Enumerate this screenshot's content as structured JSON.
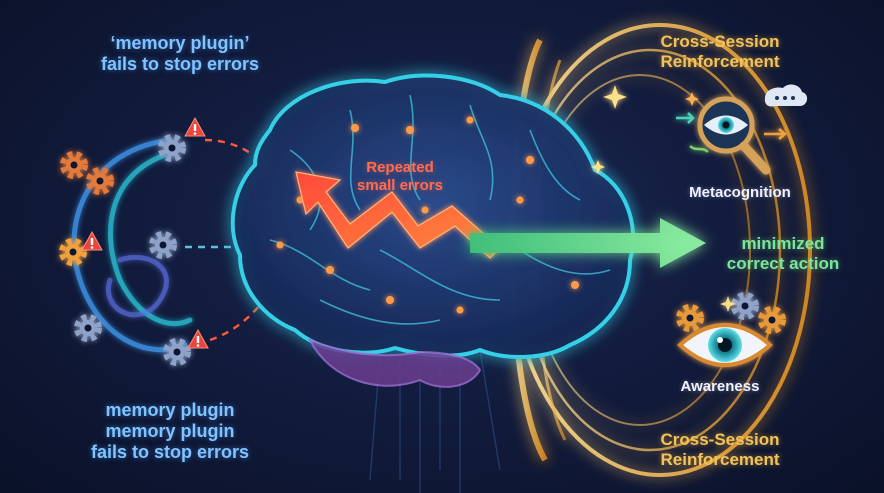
{
  "left": {
    "top_label_line1": "‘memory plugin’",
    "top_label_line2": "fails to stop errors",
    "bottom_label_line1": "memory plugin",
    "bottom_label_line2": "memory plugin",
    "bottom_label_line3": "fails to stop errors"
  },
  "center": {
    "errors_line1": "Repeated",
    "errors_line2": "small errors"
  },
  "right": {
    "top_title_line1": "Cross-Session",
    "top_title_line2": "Reinforcement",
    "metacognition_label": "Metacognition",
    "action_line1": "minimized",
    "action_line2": "correct action",
    "awareness_label": "Awareness",
    "bottom_title_line1": "Cross-Session",
    "bottom_title_line2": "Reinforcement"
  },
  "colors": {
    "background": "#0d1530",
    "brain_glow": "#35d0e8",
    "error_arrow": "#ff5a3c",
    "action_arrow": "#6fe38c",
    "reinforcement_gold": "#f3b84a",
    "label_blue": "#7fc4ff"
  },
  "icons": [
    "gear-icon",
    "warning-icon",
    "brain-icon",
    "magnifier-eye-icon",
    "eye-icon",
    "sparkle-icon",
    "speech-bubble-icon"
  ]
}
